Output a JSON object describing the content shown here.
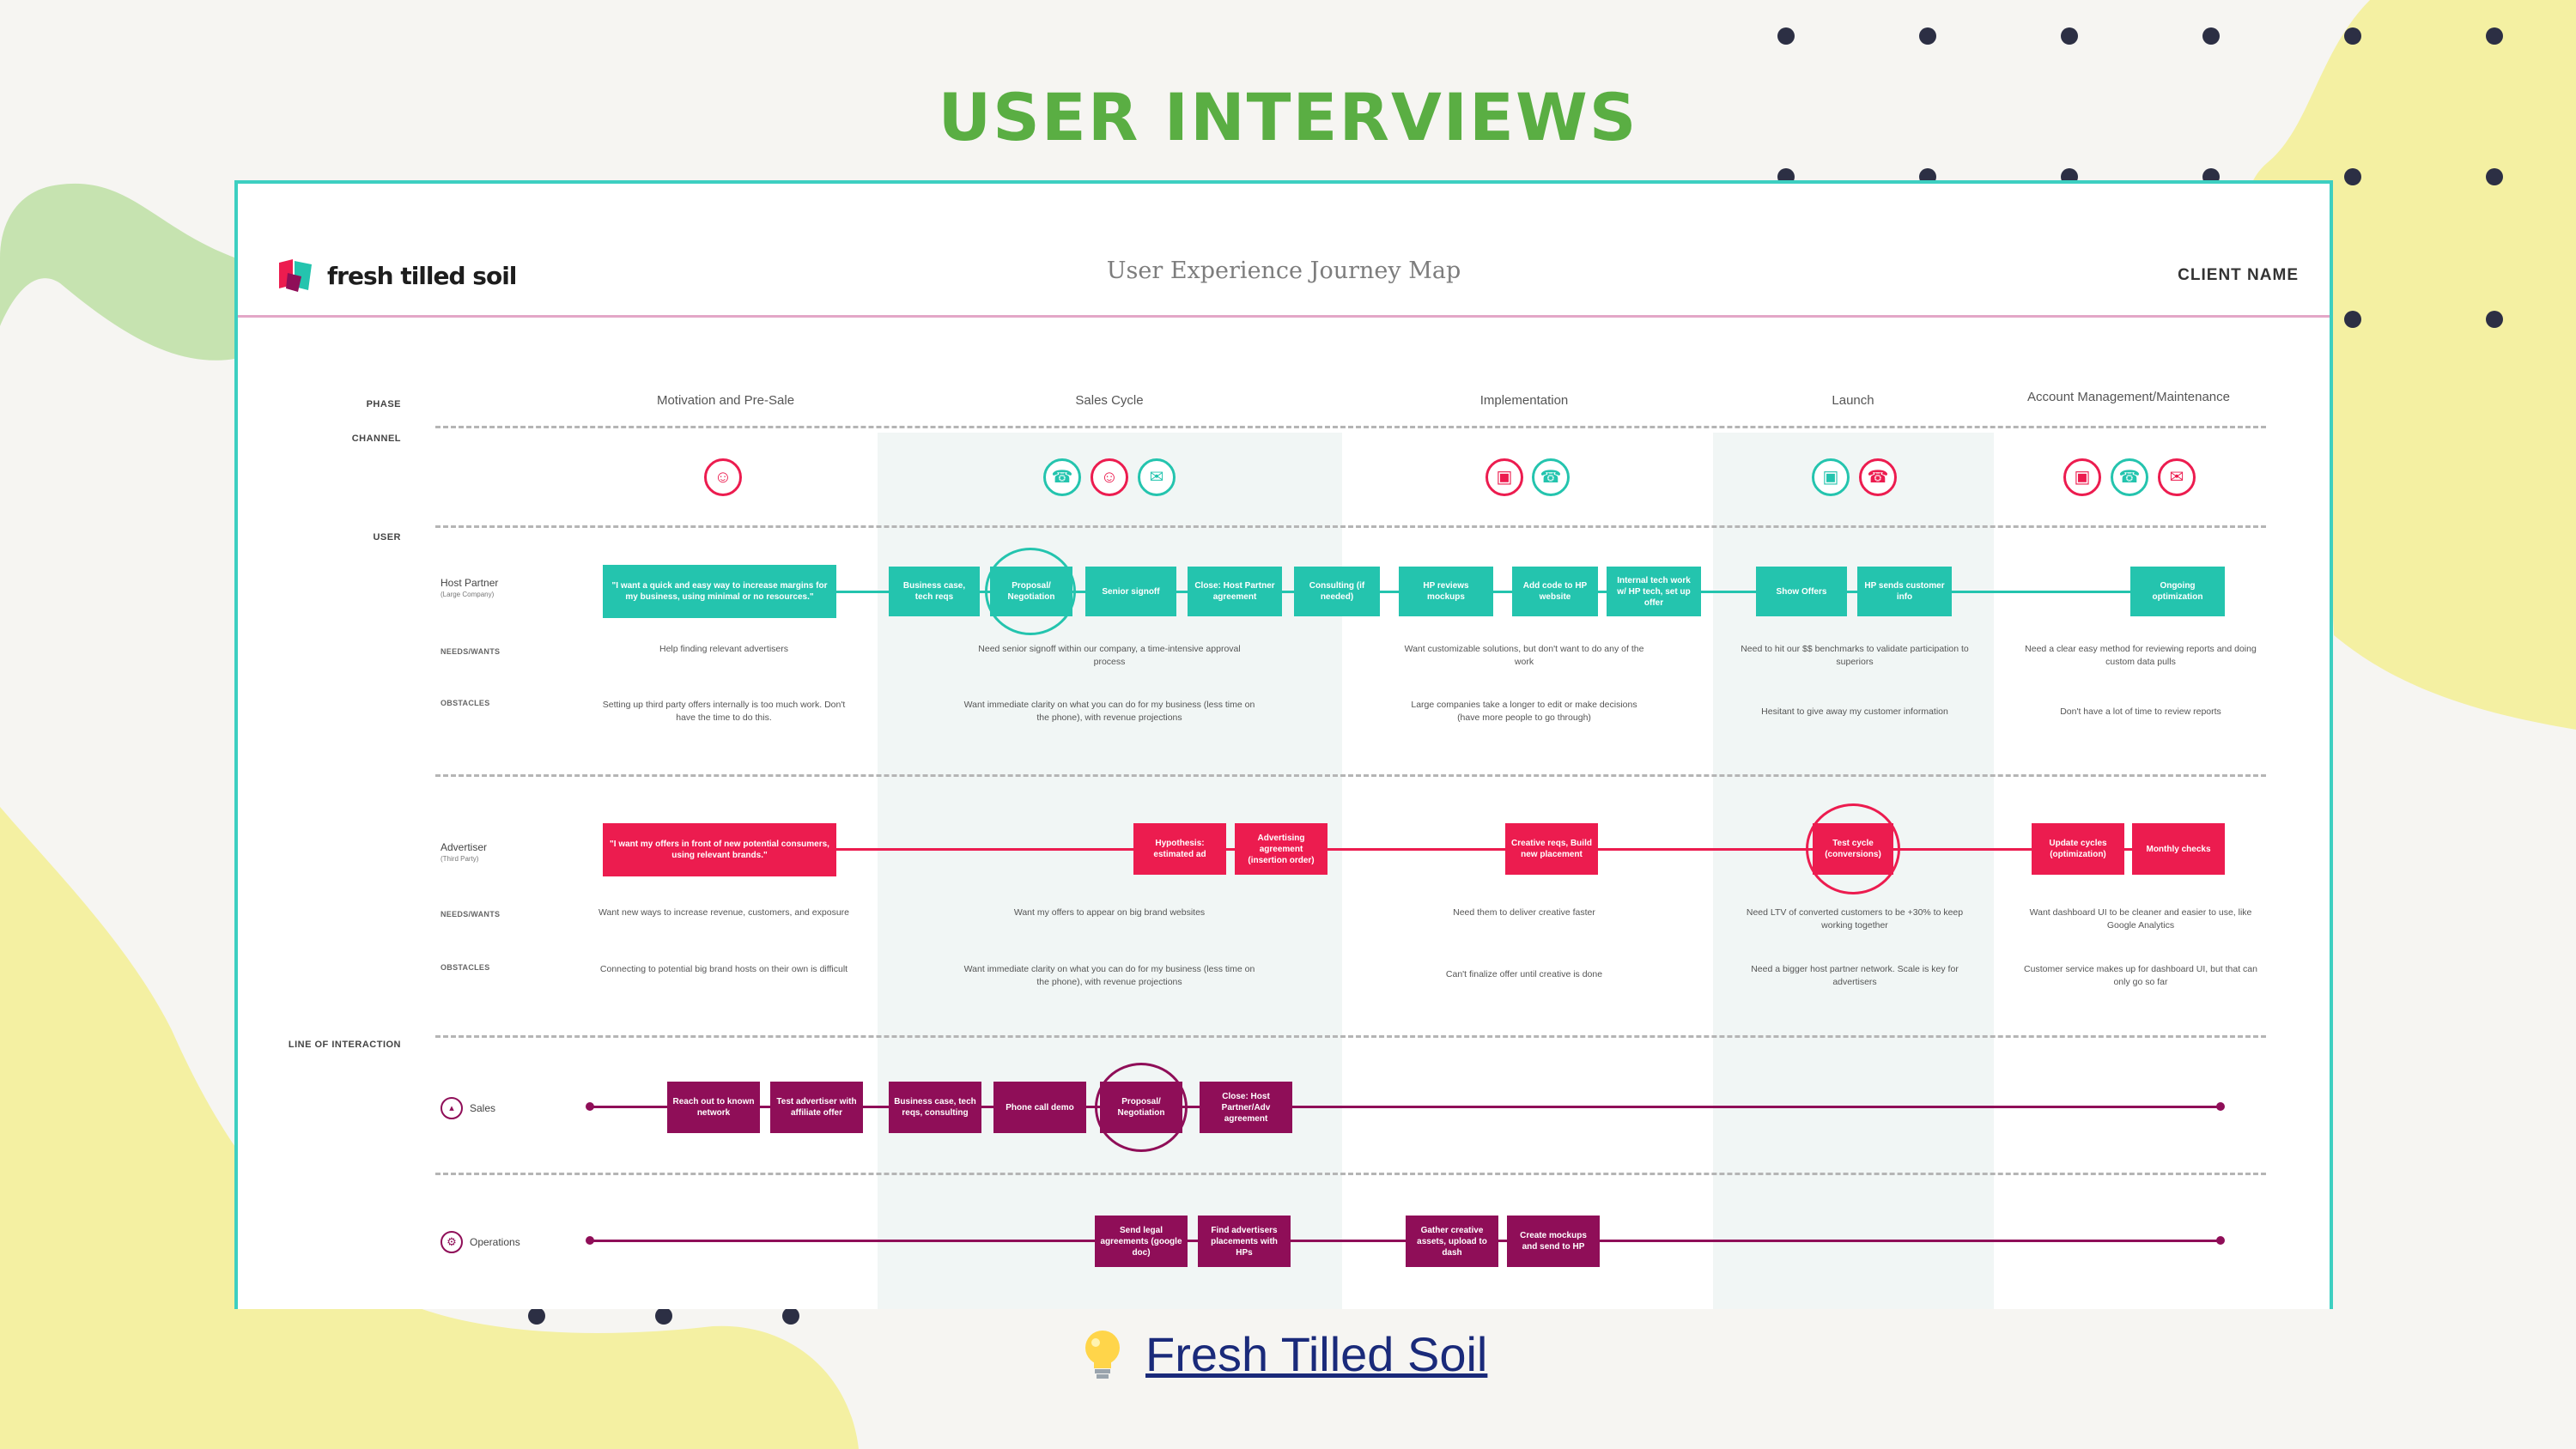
{
  "slide": {
    "title": "USER INTERVIEWS",
    "source_link_text": "Fresh Tilled Soil"
  },
  "colors": {
    "title_green": "#5aae43",
    "panel_border": "#3dcfc1",
    "user_teal": "#24c4ae",
    "advertiser_red": "#ec1c4f",
    "backstage_plum": "#8f0e58",
    "header_rule": "#e3a7c7",
    "blob_yellow": "#f4f0a2",
    "blob_green": "#c6e3b0"
  },
  "map": {
    "brand": "fresh tilled soil",
    "title": "User Experience Journey Map",
    "client": "CLIENT NAME",
    "row_labels": {
      "phase": "PHASE",
      "channel": "CHANNEL",
      "user": "USER",
      "line_of_interaction": "LINE OF INTERACTION"
    },
    "phases": [
      "Motivation and Pre-Sale",
      "Sales Cycle",
      "Implementation",
      "Launch",
      "Account Management/Maintenance"
    ],
    "channel_icons": [
      "chat-icon",
      "phone-icon",
      "chat-icon",
      "mail-icon",
      "monitor-icon",
      "phone-icon",
      "monitor-icon",
      "phone-icon",
      "monitor-icon",
      "phone-icon",
      "mail-icon"
    ],
    "needs_label": "NEEDS/WANTS",
    "obstacles_label": "OBSTACLES",
    "host": {
      "name": "Host Partner",
      "subname": "(Large Company)",
      "cards": [
        "\"I want a quick and easy way to increase margins for my business, using minimal or no resources.\"",
        "Business case, tech reqs",
        "Proposal/ Negotiation",
        "Senior signoff",
        "Close: Host Partner agreement",
        "Consulting (if needed)",
        "HP reviews mockups",
        "Add code to HP website",
        "Internal tech work w/ HP tech, set up offer",
        "Show Offers",
        "HP sends customer info",
        "Ongoing optimization"
      ],
      "needs": [
        "Help finding relevant advertisers",
        "Need senior signoff within our company, a time-intensive approval process",
        "Want customizable solutions, but don't want to do any of the work",
        "Need to hit our $$ benchmarks to validate participation to superiors",
        "Need a clear easy method for reviewing reports and doing custom data pulls"
      ],
      "obstacles": [
        "Setting up third party offers internally is too much work. Don't have the time to do this.",
        "Want immediate clarity on what you can do for my business (less time on the phone), with revenue projections",
        "Large companies take a longer to edit or make decisions (have more people to go through)",
        "Hesitant to give away my customer information",
        "Don't have a lot of time to review reports"
      ]
    },
    "advertiser": {
      "name": "Advertiser",
      "subname": "(Third Party)",
      "cards": [
        "\"I want my offers in front of new potential consumers, using relevant brands.\"",
        "Hypothesis: estimated ad",
        "Advertising agreement (insertion order)",
        "Creative reqs, Build new placement",
        "Test cycle (conversions)",
        "Update cycles (optimization)",
        "Monthly checks"
      ],
      "needs": [
        "Want new ways to increase revenue, customers, and exposure",
        "Want my offers to appear on big brand websites",
        "Need them to deliver creative faster",
        "Need LTV of converted customers to be +30% to keep working together",
        "Want dashboard UI to be cleaner and easier to use, like Google Analytics"
      ],
      "obstacles": [
        "Connecting to potential big brand hosts on their own is difficult",
        "Want immediate clarity on what you can do for my business (less time on the phone), with revenue projections",
        "Can't finalize offer until creative is done",
        "Need a bigger host partner network. Scale is key for advertisers",
        "Customer service makes up for dashboard UI, but that can only go so far"
      ]
    },
    "sales": {
      "name": "Sales",
      "cards": [
        "Reach out to known network",
        "Test advertiser with affiliate offer",
        "Business case, tech reqs, consulting",
        "Phone call demo",
        "Proposal/ Negotiation",
        "Close: Host Partner/Adv agreement"
      ]
    },
    "operations": {
      "name": "Operations",
      "cards": [
        "Send legal agreements (google doc)",
        "Find advertisers placements with HPs",
        "Gather creative assets, upload to dash",
        "Create mockups and send to HP"
      ]
    }
  }
}
